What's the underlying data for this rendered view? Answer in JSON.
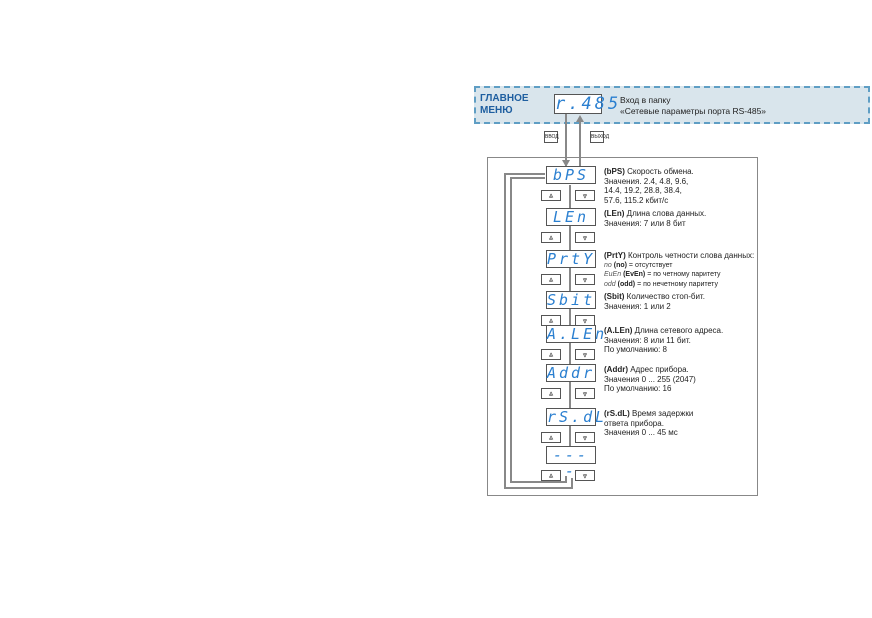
{
  "main_menu": {
    "title_line1": "ГЛАВНОЕ",
    "title_line2": "МЕНЮ",
    "display": "r.485",
    "desc_line1": "Вход в папку",
    "desc_line2": "«Сетевые параметры порта RS-485»"
  },
  "buttons": {
    "enter": "ВВОД",
    "exit": "ВЫХОД",
    "up": "⩓",
    "down": "⩔"
  },
  "params": [
    {
      "display": "bPS",
      "code": "(bPS)",
      "title": " Скорость  обмена.",
      "lines": [
        "Значения. 2.4, 4.8, 9.6,",
        "14.4, 19.2, 28.8, 38.4,",
        "57.6, 115.2 кбит/с"
      ]
    },
    {
      "display": "LEn",
      "code": "(LEn)",
      "title": " Длина слова данных.",
      "lines": [
        "Значения: 7 или 8 бит"
      ]
    },
    {
      "display": "PrtY",
      "code": "(PrtY)",
      "title": " Контроль четности слова данных:",
      "lines": []
    },
    {
      "display": "Sbit",
      "code": "(Sbit)",
      "title": " Количество стоп-бит.",
      "lines": [
        "Значения: 1 или 2"
      ]
    },
    {
      "display": "A.LEn",
      "code": "(A.LEn)",
      "title": " Длина сетевого адреса.",
      "lines": [
        "Значения: 8 или 11 бит.",
        "По умолчанию: 8"
      ]
    },
    {
      "display": "Addr",
      "code": "(Addr)",
      "title": " Адрес прибора.",
      "lines": [
        "Значения  0 ... 255 (2047)",
        "По умолчанию: 16"
      ]
    },
    {
      "display": "rS.dL",
      "code": "(rS.dL)",
      "title": " Время задержки",
      "lines": [
        "ответа прибора.",
        "Значения  0 ... 45 мс"
      ]
    },
    {
      "display": "----"
    }
  ],
  "parity_options": [
    {
      "lcd": "no",
      "code": "(no)",
      "text": "  =  отсутствует"
    },
    {
      "lcd": "EuEn",
      "code": "(EvEn)",
      "text": " =  по четному паритету"
    },
    {
      "lcd": "odd",
      "code": "(odd)",
      "text": "  =  по нечетному паритету"
    }
  ],
  "colors": {
    "accent": "#2a7fd0",
    "menu_bg": "#d9e5ec",
    "menu_border": "#5f9ec4",
    "title": "#1f5fa0"
  }
}
